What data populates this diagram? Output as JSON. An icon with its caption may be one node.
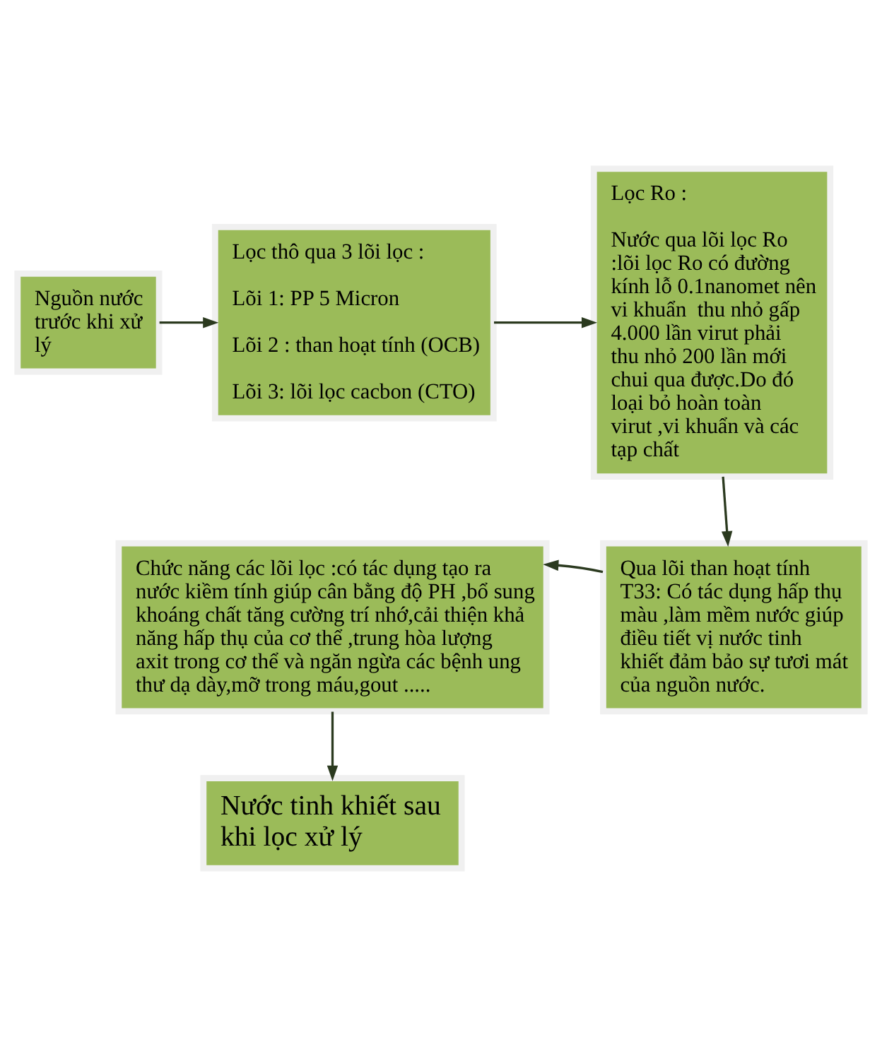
{
  "diagram": {
    "nodes": [
      {
        "text": [
          "Nguồn nước trước khi xử lý"
        ]
      },
      {
        "text": [
          "Lọc thô qua 3 lõi lọc :",
          "Lõi 1: PP 5 Micron",
          "Lõi 2 : than hoạt tính (OCB)",
          "Lõi 3: lõi lọc cacbon (CTO)"
        ]
      },
      {
        "text": [
          "Lọc Ro :",
          "Nước qua lõi lọc Ro :lõi lọc Ro có đường kính lỗ 0.1nanomet nên vi khuẩn  thu nhỏ gấp 4.000 lần virut phải thu nhỏ 200 lần mới chui qua được.Do đó loại bỏ hoàn toàn virut ,vi khuẩn và các tạp chất"
        ]
      },
      {
        "text": [
          "Qua lõi than hoạt tính T33: Có tác dụng hấp thụ màu ,làm mềm nước giúp điều tiết vị nước tinh khiết đảm bảo sự tươi mát của nguồn nước."
        ]
      },
      {
        "text": [
          "Chức năng các lõi lọc :có tác dụng tạo ra nước kiềm tính giúp cân bằng độ PH ,bổ sung khoáng chất tăng cường trí nhớ,cải thiện khả năng hấp thụ của cơ thể ,trung hòa lượng axit trong cơ thể và ngăn ngừa các bệnh ung thư dạ dày,mỡ trong máu,gout ....."
        ]
      },
      {
        "text": [
          "Nước tinh khiết sau khi lọc xử lý"
        ]
      }
    ],
    "edges": [
      {
        "from": 0,
        "to": 1,
        "arrow": "to"
      },
      {
        "from": 1,
        "to": 2,
        "arrow": "to"
      },
      {
        "from": 2,
        "to": 3,
        "arrow": "to"
      },
      {
        "from": 3,
        "to": 4,
        "arrow": "to"
      },
      {
        "from": 4,
        "to": 5,
        "arrow": "to"
      }
    ]
  }
}
